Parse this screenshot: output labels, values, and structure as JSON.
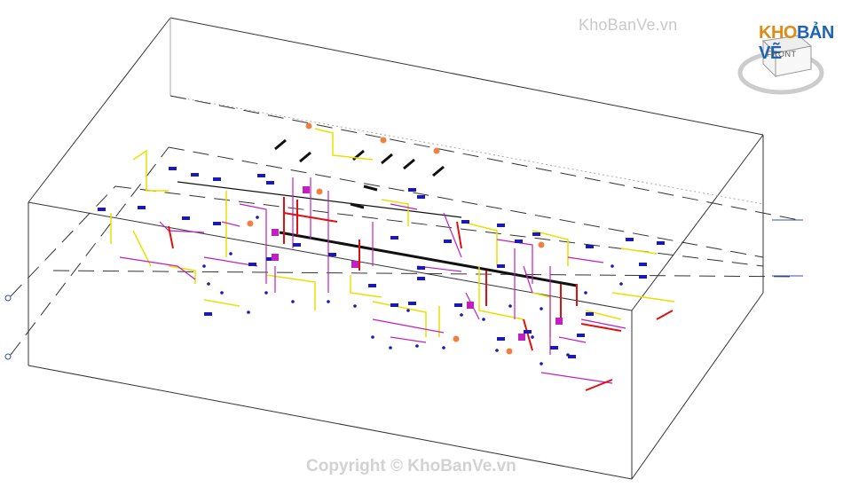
{
  "watermark": {
    "top_text": "KhoBanVe.vn",
    "bottom_text": "Copyright © KhoBanVe.vn"
  },
  "logo": {
    "part1": "KHO",
    "part2": "BẢN VẼ",
    "color_primary": "#e08a16",
    "color_secondary": "#1e64b4"
  },
  "viewcube": {
    "face_label": "FRONT",
    "icon": "viewcube-icon"
  },
  "colors": {
    "box_line": "#222222",
    "grid_dash": "#333333",
    "pipe_magenta": "#c020c0",
    "pipe_yellow": "#e8e000",
    "pipe_red": "#e01010",
    "pipe_black": "#111111",
    "fixture_blue": "#1a1ab0",
    "valve_orange": "#f08040"
  }
}
